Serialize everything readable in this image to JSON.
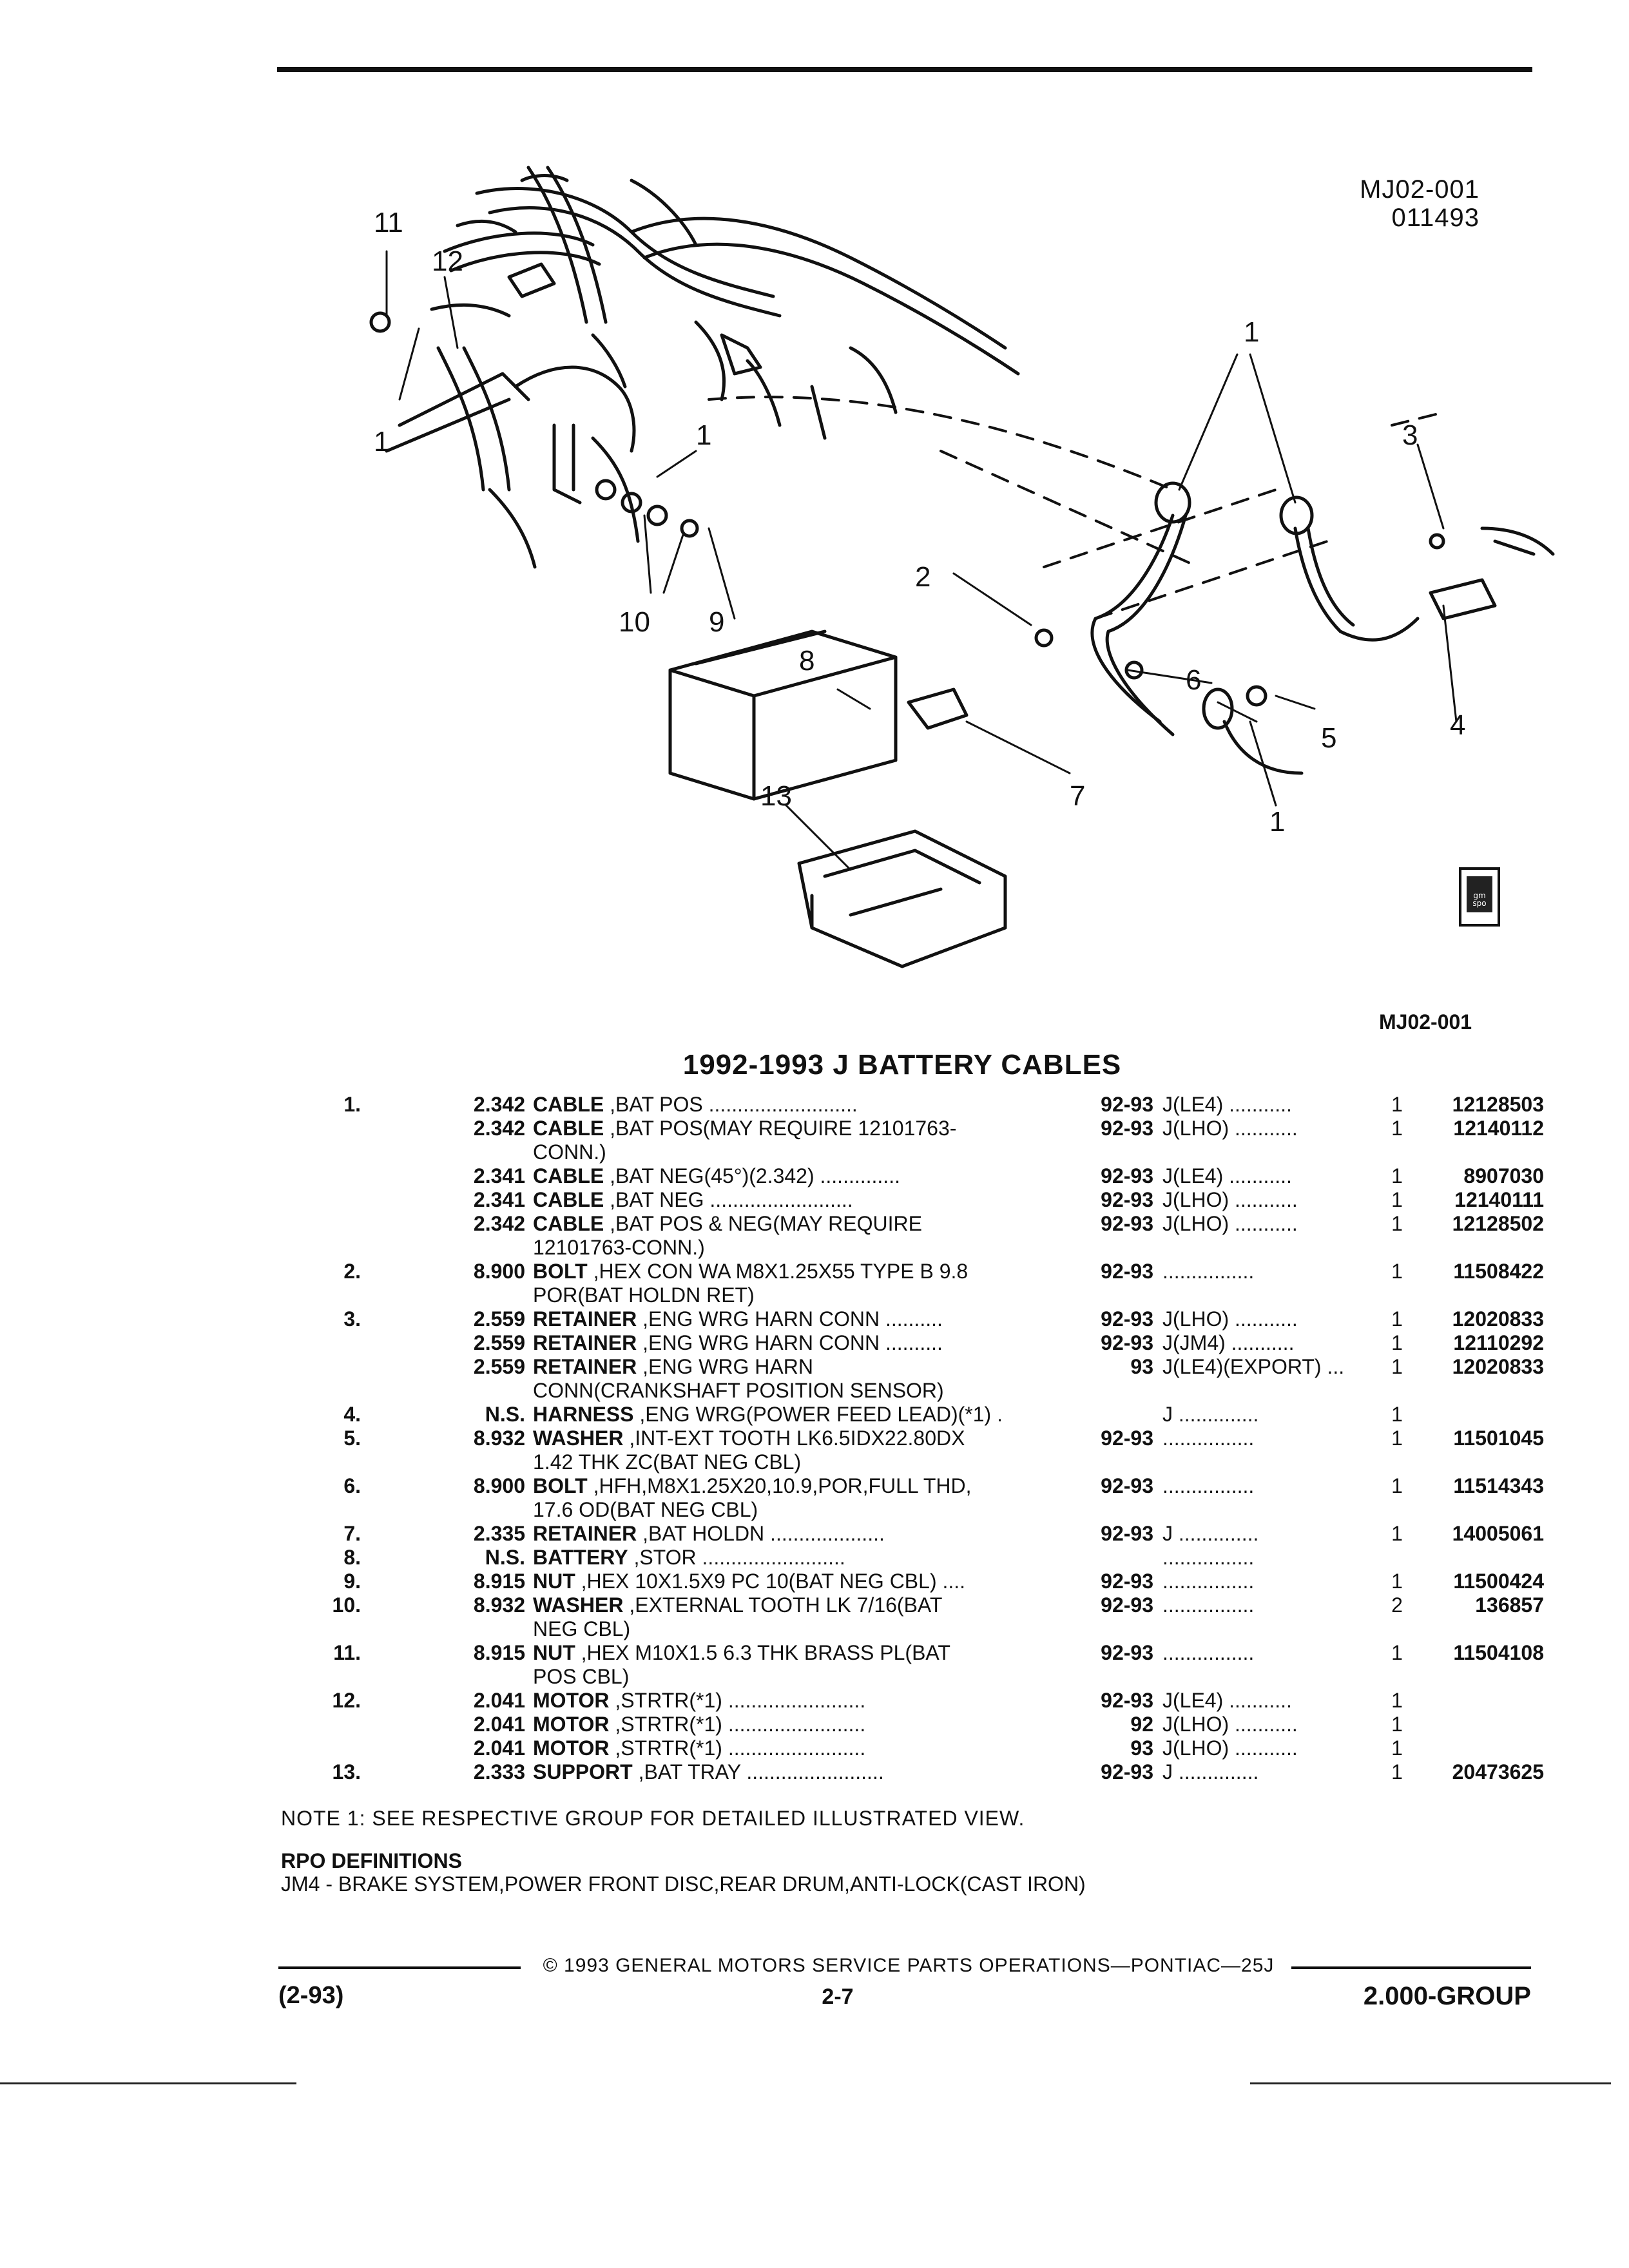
{
  "figure": {
    "ids": [
      "MJ02-001",
      "011493"
    ],
    "callouts": [
      "11",
      "12",
      "1",
      "1",
      "10",
      "9",
      "1",
      "2",
      "8",
      "3",
      "6",
      "5",
      "4",
      "1",
      "7",
      "13"
    ],
    "icon_text": "gm spo",
    "reference_id": "MJ02-001"
  },
  "title": "1992-1993 J BATTERY CABLES",
  "parts": [
    {
      "item": "1.",
      "group": "2.342",
      "name": "CABLE",
      "desc": " ,BAT POS ..........................",
      "desc2": "",
      "years": "92-93",
      "models": "J(LE4) ...........",
      "qty": "1",
      "pn": "12128503"
    },
    {
      "item": "",
      "group": "2.342",
      "name": "CABLE",
      "desc": " ,BAT POS(MAY REQUIRE 12101763-",
      "desc2": "CONN.)",
      "years": "92-93",
      "models": "J(LHO) ...........",
      "qty": "1",
      "pn": "12140112"
    },
    {
      "item": "",
      "group": "2.341",
      "name": "CABLE",
      "desc": " ,BAT NEG(45°)(2.342) ..............",
      "desc2": "",
      "years": "92-93",
      "models": "J(LE4) ...........",
      "qty": "1",
      "pn": "8907030"
    },
    {
      "item": "",
      "group": "2.341",
      "name": "CABLE",
      "desc": " ,BAT NEG .........................",
      "desc2": "",
      "years": "92-93",
      "models": "J(LHO) ...........",
      "qty": "1",
      "pn": "12140111"
    },
    {
      "item": "",
      "group": "2.342",
      "name": "CABLE",
      "desc": " ,BAT POS & NEG(MAY REQUIRE",
      "desc2": "12101763-CONN.)",
      "years": "92-93",
      "models": "J(LHO) ...........",
      "qty": "1",
      "pn": "12128502"
    },
    {
      "item": "2.",
      "group": "8.900",
      "name": "BOLT",
      "desc": " ,HEX CON WA M8X1.25X55 TYPE B 9.8",
      "desc2": "POR(BAT HOLDN RET)",
      "years": "92-93",
      "models": "................",
      "qty": "1",
      "pn": "11508422"
    },
    {
      "item": "3.",
      "group": "2.559",
      "name": "RETAINER",
      "desc": " ,ENG WRG HARN CONN ..........",
      "desc2": "",
      "years": "92-93",
      "models": "J(LHO) ...........",
      "qty": "1",
      "pn": "12020833"
    },
    {
      "item": "",
      "group": "2.559",
      "name": "RETAINER",
      "desc": " ,ENG WRG HARN CONN ..........",
      "desc2": "",
      "years": "92-93",
      "models": "J(JM4) ...........",
      "qty": "1",
      "pn": "12110292"
    },
    {
      "item": "",
      "group": "2.559",
      "name": "RETAINER",
      "desc": " ,ENG WRG HARN",
      "desc2": "CONN(CRANKSHAFT POSITION SENSOR)",
      "years": "93",
      "models": "J(LE4)(EXPORT) ...",
      "qty": "1",
      "pn": "12020833"
    },
    {
      "item": "4.",
      "group": "N.S.",
      "name": "HARNESS",
      "desc": " ,ENG WRG(POWER FEED LEAD)(*1) .",
      "desc2": "",
      "years": "",
      "models": "J ..............",
      "qty": "1",
      "pn": ""
    },
    {
      "item": "5.",
      "group": "8.932",
      "name": "WASHER",
      "desc": " ,INT-EXT TOOTH LK6.5IDX22.80DX",
      "desc2": "1.42 THK ZC(BAT NEG CBL)",
      "years": "92-93",
      "models": "................",
      "qty": "1",
      "pn": "11501045"
    },
    {
      "item": "6.",
      "group": "8.900",
      "name": "BOLT",
      "desc": " ,HFH,M8X1.25X20,10.9,POR,FULL THD,",
      "desc2": "17.6 OD(BAT NEG CBL)",
      "years": "92-93",
      "models": "................",
      "qty": "1",
      "pn": "11514343"
    },
    {
      "item": "7.",
      "group": "2.335",
      "name": "RETAINER",
      "desc": " ,BAT HOLDN ....................",
      "desc2": "",
      "years": "92-93",
      "models": "J ..............",
      "qty": "1",
      "pn": "14005061"
    },
    {
      "item": "8.",
      "group": "N.S.",
      "name": "BATTERY",
      "desc": " ,STOR .........................",
      "desc2": "",
      "years": "",
      "models": "................",
      "qty": "",
      "pn": ""
    },
    {
      "item": "9.",
      "group": "8.915",
      "name": "NUT",
      "desc": " ,HEX 10X1.5X9 PC 10(BAT NEG CBL) ....",
      "desc2": "",
      "years": "92-93",
      "models": "................",
      "qty": "1",
      "pn": "11500424"
    },
    {
      "item": "10.",
      "group": "8.932",
      "name": "WASHER",
      "desc": " ,EXTERNAL TOOTH LK 7/16(BAT",
      "desc2": "NEG CBL)",
      "years": "92-93",
      "models": "................",
      "qty": "2",
      "pn": "136857"
    },
    {
      "item": "11.",
      "group": "8.915",
      "name": "NUT",
      "desc": " ,HEX M10X1.5 6.3 THK BRASS PL(BAT",
      "desc2": "POS CBL)",
      "years": "92-93",
      "models": "................",
      "qty": "1",
      "pn": "11504108"
    },
    {
      "item": "12.",
      "group": "2.041",
      "name": "MOTOR",
      "desc": " ,STRTR(*1) ........................",
      "desc2": "",
      "years": "92-93",
      "models": "J(LE4) ...........",
      "qty": "1",
      "pn": ""
    },
    {
      "item": "",
      "group": "2.041",
      "name": "MOTOR",
      "desc": " ,STRTR(*1) ........................",
      "desc2": "",
      "years": "92",
      "models": "J(LHO) ...........",
      "qty": "1",
      "pn": ""
    },
    {
      "item": "",
      "group": "2.041",
      "name": "MOTOR",
      "desc": " ,STRTR(*1) ........................",
      "desc2": "",
      "years": "93",
      "models": "J(LHO) ...........",
      "qty": "1",
      "pn": ""
    },
    {
      "item": "13.",
      "group": "2.333",
      "name": "SUPPORT",
      "desc": " ,BAT TRAY ........................",
      "desc2": "",
      "years": "92-93",
      "models": "J ..............",
      "qty": "1",
      "pn": "20473625"
    }
  ],
  "note": "NOTE  1:  SEE RESPECTIVE GROUP FOR DETAILED ILLUSTRATED VIEW.",
  "rpo": {
    "heading": "RPO DEFINITIONS",
    "definition": "JM4 - BRAKE SYSTEM,POWER FRONT DISC,REAR DRUM,ANTI-LOCK(CAST IRON)"
  },
  "footer": {
    "copyright": "© 1993 GENERAL MOTORS SERVICE PARTS OPERATIONS—PONTIAC—25J",
    "date_code": "(2-93)",
    "page": "2-7",
    "group": "2.000-GROUP"
  }
}
